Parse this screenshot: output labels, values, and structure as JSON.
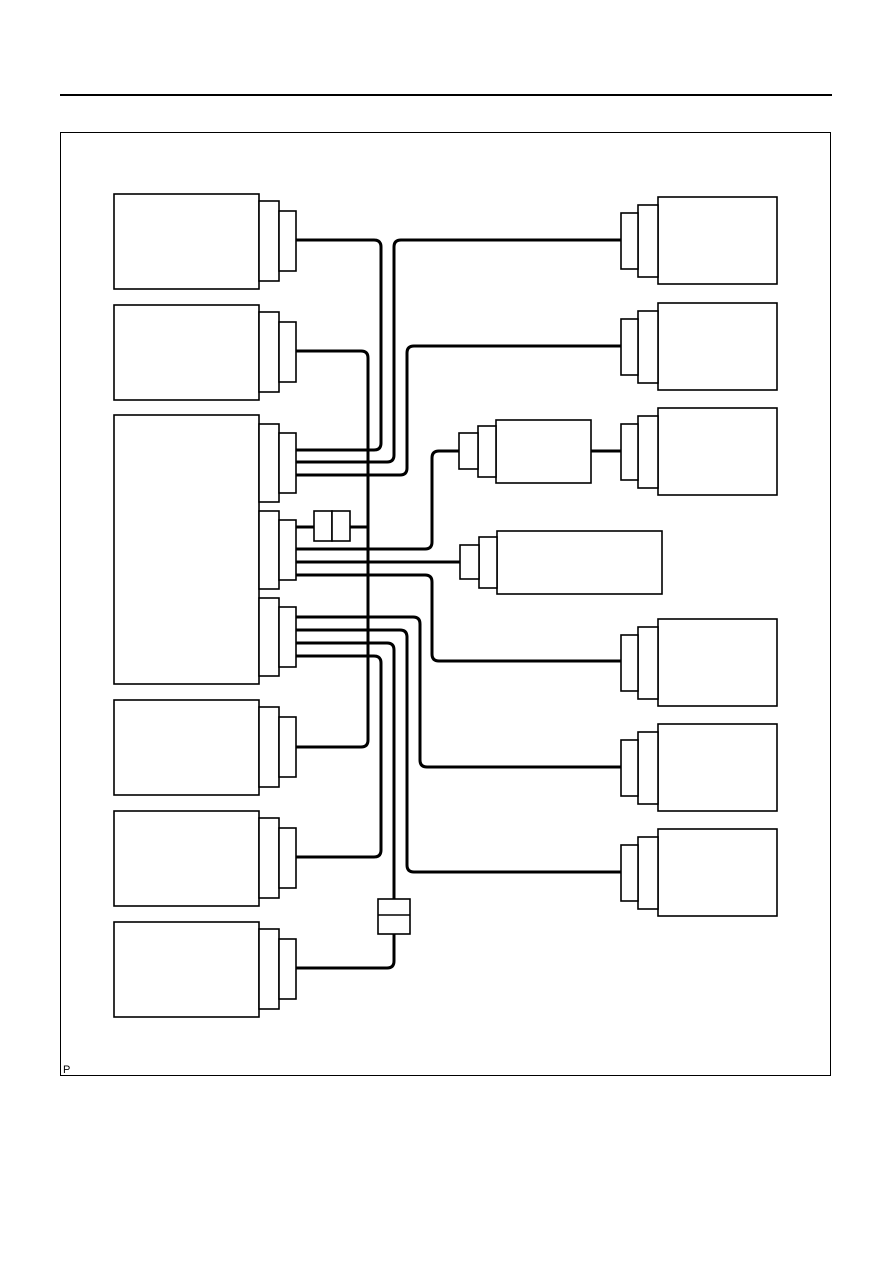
{
  "page": {
    "corner_label": "P"
  },
  "diagram": {
    "description_visible_text": "",
    "components": {
      "left": [
        "ecu-block-1",
        "ecu-block-2",
        "main-ecu",
        "ecu-block-4",
        "ecu-block-5",
        "ecu-block-6"
      ],
      "right": [
        "device-1",
        "device-2",
        "device-3",
        "sub-module",
        "long-module",
        "device-4",
        "device-5",
        "device-6"
      ],
      "junctions": [
        "junction-connector-upper",
        "junction-connector-lower"
      ]
    }
  }
}
